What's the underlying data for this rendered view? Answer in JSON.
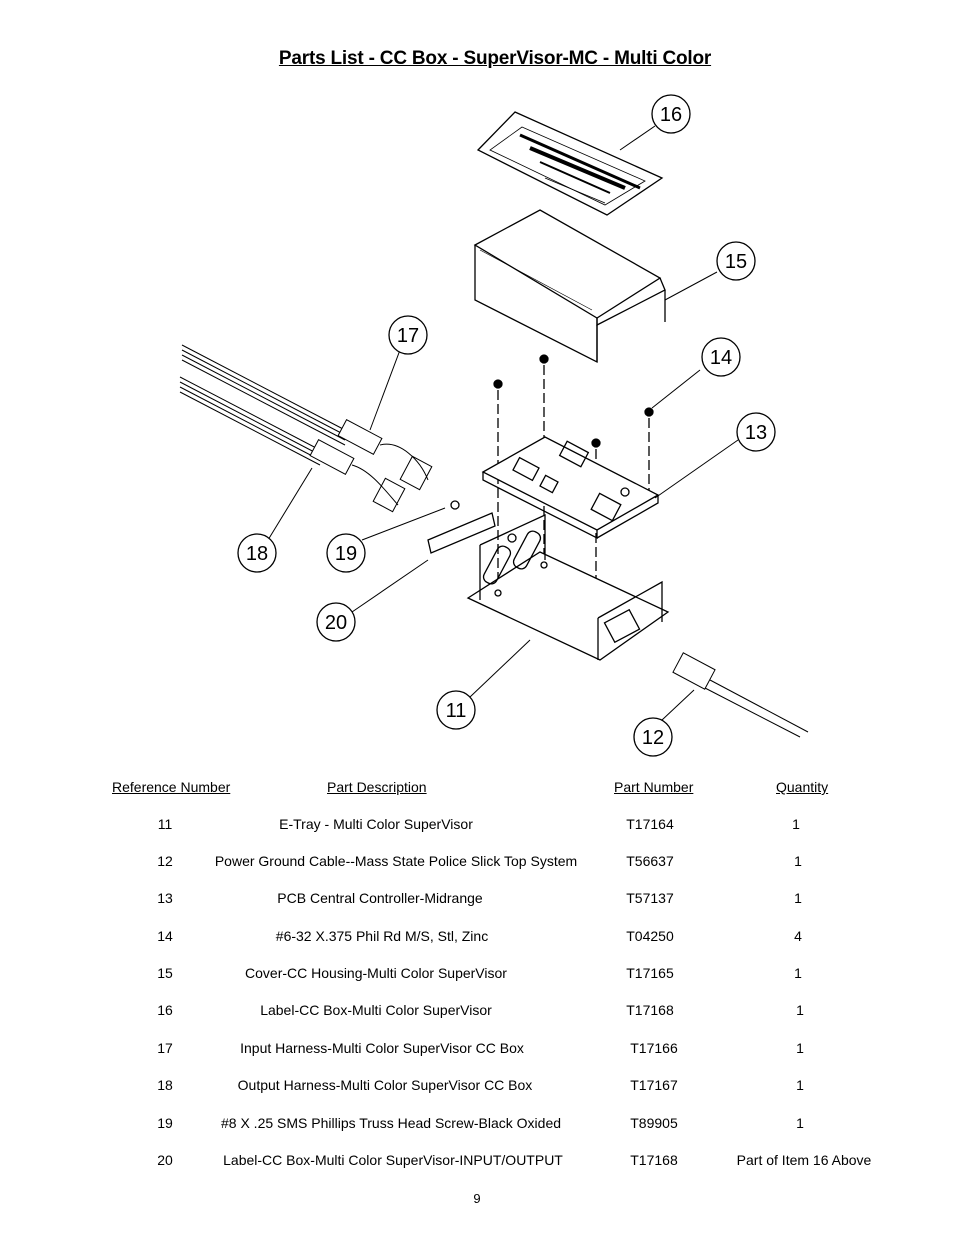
{
  "title": "Parts List - CC Box - SuperVisor-MC - Multi Color",
  "callouts": [
    "16",
    "15",
    "17",
    "14",
    "13",
    "18",
    "19",
    "20",
    "11",
    "12"
  ],
  "table": {
    "headers": {
      "ref": "Reference Number",
      "desc": "Part Description",
      "pn": "Part Number",
      "qty": "Quantity"
    },
    "rows": [
      {
        "ref": "11",
        "desc": "E-Tray - Multi Color SuperVisor",
        "pn": "T17164",
        "qty": "1"
      },
      {
        "ref": "12",
        "desc": "Power Ground Cable--Mass State Police Slick Top System",
        "pn": "T56637",
        "qty": "1"
      },
      {
        "ref": "13",
        "desc": "PCB Central Controller-Midrange",
        "pn": "T57137",
        "qty": "1"
      },
      {
        "ref": "14",
        "desc": "#6-32 X.375 Phil Rd M/S, Stl, Zinc",
        "pn": "T04250",
        "qty": "4"
      },
      {
        "ref": "15",
        "desc": "Cover-CC Housing-Multi Color SuperVisor",
        "pn": "T17165",
        "qty": "1"
      },
      {
        "ref": "16",
        "desc": "Label-CC Box-Multi Color SuperVisor",
        "pn": "T17168",
        "qty": "1"
      },
      {
        "ref": "17",
        "desc": "Input Harness-Multi Color SuperVisor CC Box",
        "pn": "T17166",
        "qty": "1"
      },
      {
        "ref": "18",
        "desc": "Output Harness-Multi Color SuperVisor CC Box",
        "pn": "T17167",
        "qty": "1"
      },
      {
        "ref": "19",
        "desc": "#8 X .25 SMS Phillips Truss Head Screw-Black Oxided",
        "pn": "T89905",
        "qty": "1"
      },
      {
        "ref": "20",
        "desc": "Label-CC Box-Multi Color SuperVisor-INPUT/OUTPUT",
        "pn": "T17168",
        "qty": "Part of Item 16 Above"
      }
    ]
  },
  "page_number": "9"
}
